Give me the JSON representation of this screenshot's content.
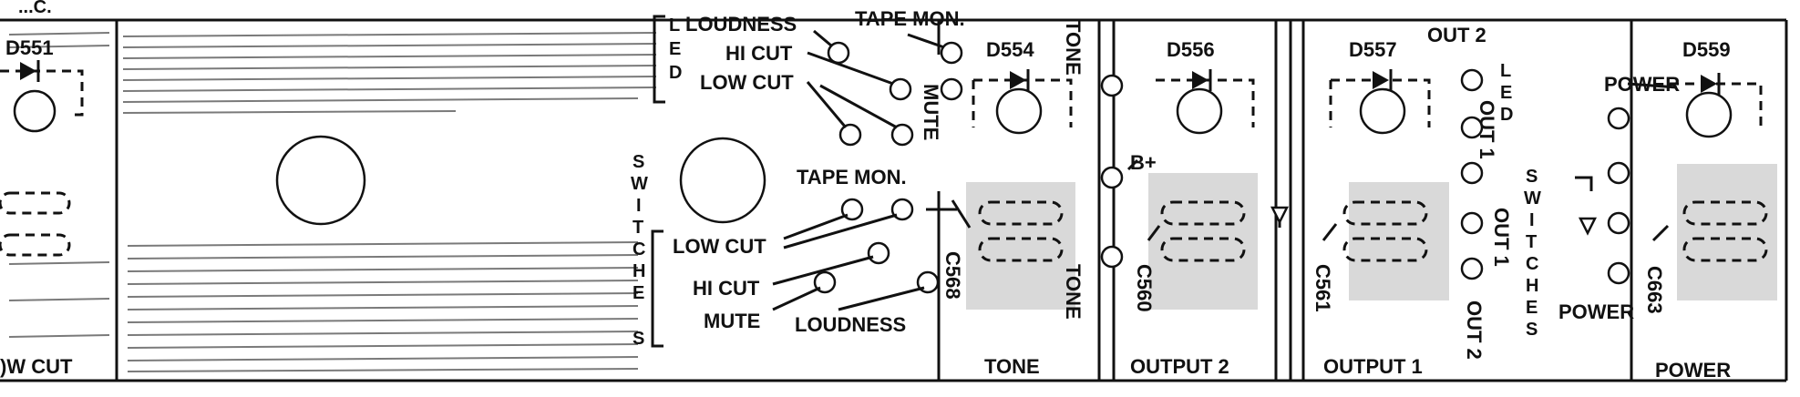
{
  "labels": {
    "top_left_partial": "...C.",
    "d551": "D551",
    "d554": "D554",
    "d556": "D556",
    "d557": "D557",
    "d559": "D559",
    "out2_top": "OUT 2",
    "low_cut_partial": ")W CUT",
    "led_loudness": "LOUDNESS",
    "led_tape_mon": "TAPE MON.",
    "led_hi_cut": "HI CUT",
    "led_low_cut": "LOW CUT",
    "mute_vertical": "MUTE",
    "tape_mon": "TAPE MON.",
    "sw_low_cut": "LOW CUT",
    "sw_hi_cut": "HI CUT",
    "sw_mute": "MUTE",
    "sw_loudness": "LOUDNESS",
    "led_letters_left": [
      "L",
      "E",
      "D"
    ],
    "switches_letters_left": [
      "S",
      "W",
      "I",
      "T",
      "C",
      "H",
      "E",
      "S"
    ],
    "tone_vertical_top": "TONE",
    "tone_vertical_bottom": "TONE",
    "b_plus": "B+",
    "c568": "C568",
    "c560": "C560",
    "c561": "C561",
    "c663": "C663",
    "led_letters_right": [
      "L",
      "E",
      "D"
    ],
    "out1_vertical_a": "OUT 1",
    "out1_vertical_b": "OUT 1",
    "out2_vertical": "OUT 2",
    "switches_letters_right": [
      "S",
      "W",
      "I",
      "T",
      "C",
      "H",
      "E",
      "S"
    ],
    "power_top": "POWER",
    "power_bottom_left": "POWER",
    "footer_tone": "TONE",
    "footer_output2": "OUTPUT 2",
    "footer_output1": "OUTPUT 1",
    "footer_power": "POWER"
  }
}
